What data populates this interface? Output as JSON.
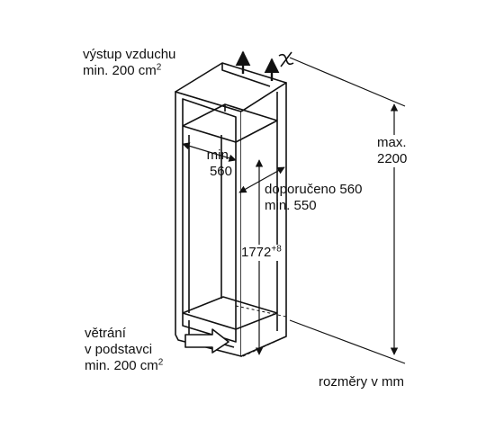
{
  "labels": {
    "air_outlet_line1": "výstup vzduchu",
    "air_outlet_line2": "min. 200 cm",
    "air_outlet_sup": "2",
    "niche_width_line1": "min.",
    "niche_width_line2": "560",
    "depth_line1": "doporučeno 560",
    "depth_line2": "min. 550",
    "niche_height": "1772",
    "niche_height_sup": "+8",
    "max_height_line1": "max.",
    "max_height_line2": "2200",
    "plinth_vent_line1": "větrání",
    "plinth_vent_line2": "v podstavci",
    "plinth_vent_line3": "min. 200 cm",
    "plinth_vent_sup": "2",
    "units_note": "rozměry v mm"
  },
  "colors": {
    "line": "#111111",
    "background": "#ffffff"
  },
  "icons": {
    "airflow_up": "arrow-up-icon",
    "airflow_in": "arrow-right-icon",
    "break_mark": "break-mark-icon"
  }
}
